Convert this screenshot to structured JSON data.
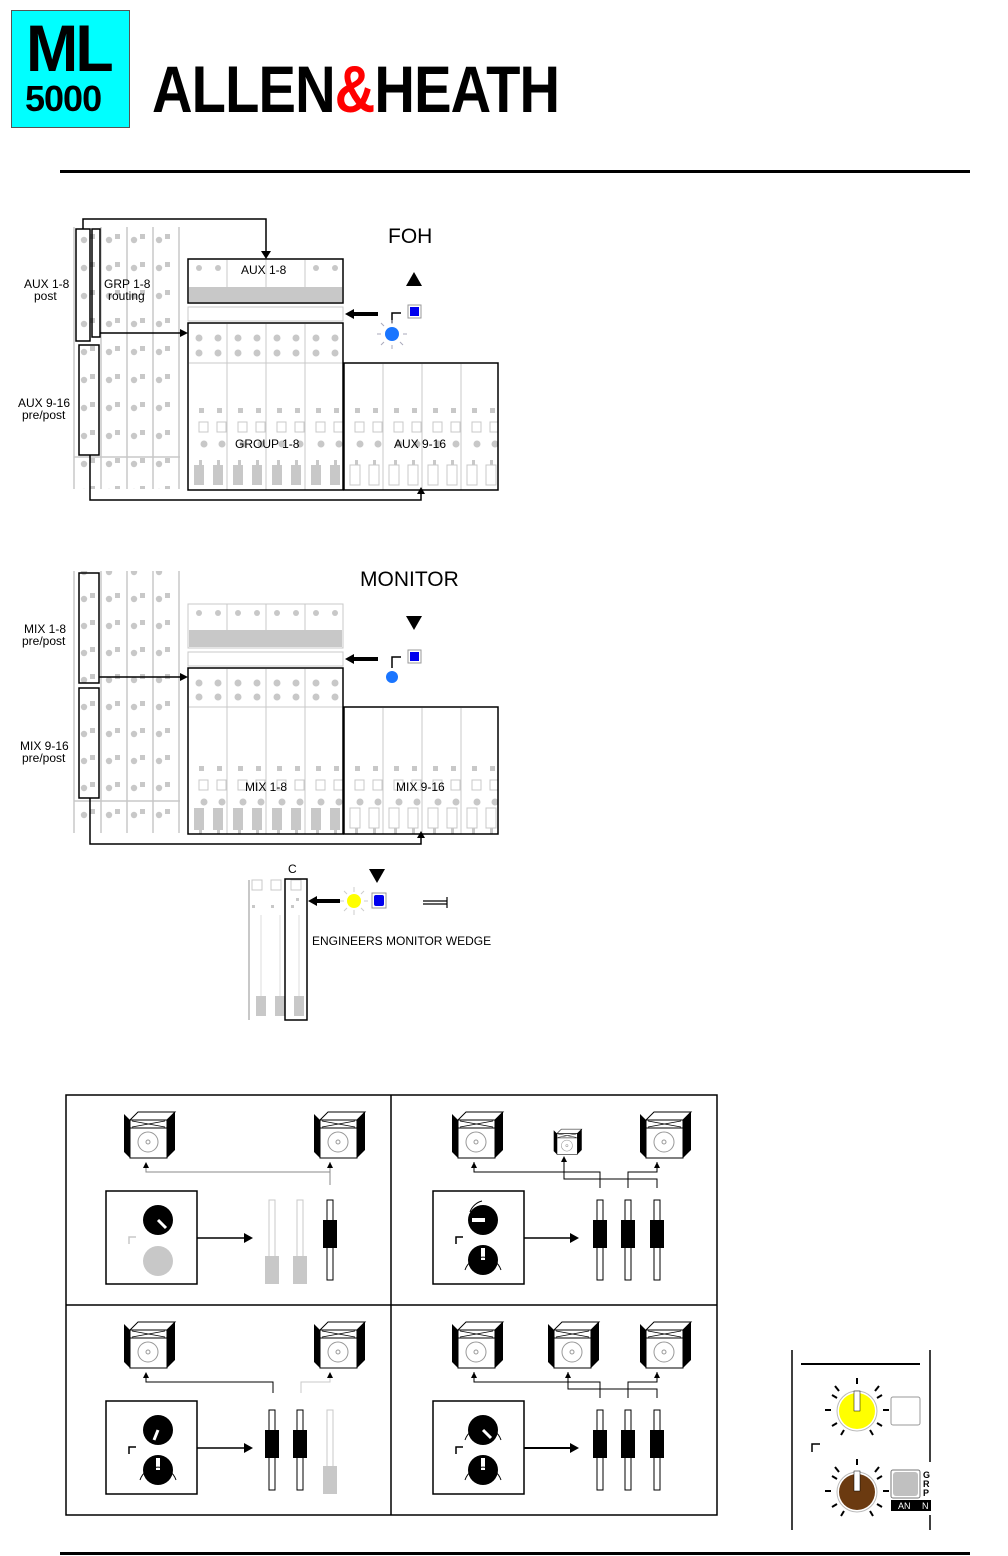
{
  "header": {
    "model_line1": "ML",
    "model_line2": "5000",
    "brand_part1": "ALLEN",
    "brand_amp": "&",
    "brand_part2": "HEATH",
    "accent_color": "#00ffff",
    "brand_amp_color": "#ff0000"
  },
  "foh": {
    "title": "FOH",
    "label_aux18_l1": "AUX 1-8",
    "label_aux18_l2": "post",
    "label_grp_l1": "GRP 1-8",
    "label_grp_l2": "routing",
    "label_aux916_l1": "AUX 9-16",
    "label_aux916_l2": "pre/post",
    "box_aux18": "AUX 1-8",
    "box_group": "GROUP 1-8",
    "box_aux916": "AUX 9-16",
    "indicator": "up-arrow",
    "led_color": "#1a75ff",
    "switch_color": "#0000ee"
  },
  "monitor": {
    "title": "MONITOR",
    "label_mix18_l1": "MIX 1-8",
    "label_mix18_l2": "pre/post",
    "label_mix916_l1": "MIX 9-16",
    "label_mix916_l2": "pre/post",
    "box_mix18": "MIX 1-8",
    "box_mix916": "MIX 9-16",
    "indicator": "down-arrow"
  },
  "wedge": {
    "channel_label": "C",
    "caption": "ENGINEERS MONITOR WEDGE",
    "led_color": "#ffff00"
  },
  "grid": {
    "panels": [
      {
        "name": "panel-stereo-pan",
        "speakers": 2
      },
      {
        "name": "panel-lcr-pan",
        "speakers": 3
      },
      {
        "name": "panel-stereo-width",
        "speakers": 2
      },
      {
        "name": "panel-lcr-width",
        "speakers": 3
      }
    ]
  },
  "control": {
    "knob1_color": "#ffff00",
    "knob2_color": "#6b3a10",
    "grp_label": "GRP",
    "pan_label": "AN",
    "pan_label_n": "N"
  }
}
